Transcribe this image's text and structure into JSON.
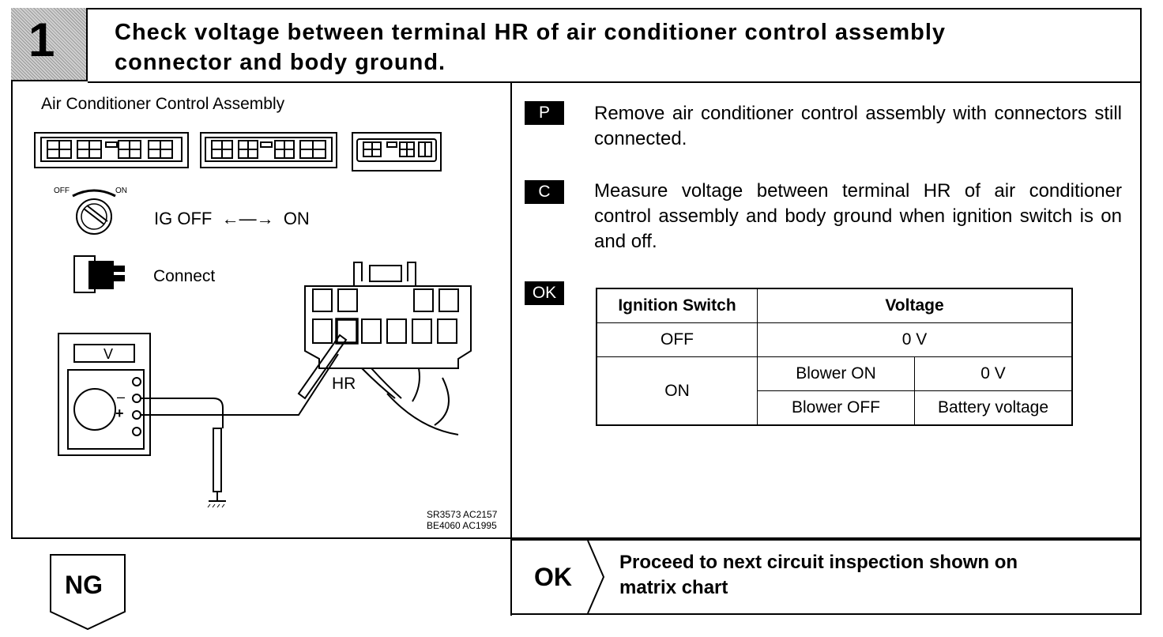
{
  "step": {
    "number": "1",
    "title_line1": "Check voltage between terminal HR of air conditioner control assembly",
    "title_line2": "connector and body ground."
  },
  "figure": {
    "heading": "Air Conditioner Control Assembly",
    "switch_off": "OFF",
    "switch_on": "ON",
    "ig_label": "IG OFF",
    "ig_arrow_on": "ON",
    "connect_label": "Connect",
    "terminal_label": "HR",
    "meter_label": "V",
    "minus": "–",
    "plus": "+",
    "code_line1": "SR3573 AC2157",
    "code_line2": "BE4060 AC1995"
  },
  "instructions": [
    {
      "tag": "P",
      "text": "Remove air conditioner control assembly with connectors still connected."
    },
    {
      "tag": "C",
      "text": "Measure voltage between terminal HR of air conditioner control assembly and body ground when ignition switch is on and off."
    },
    {
      "tag": "OK"
    }
  ],
  "spec_table": {
    "header_switch": "Ignition Switch",
    "header_voltage": "Voltage",
    "row_off_label": "OFF",
    "row_off_value": "0 V",
    "row_on_label": "ON",
    "blower_on_label": "Blower ON",
    "blower_on_value": "0 V",
    "blower_off_label": "Blower OFF",
    "blower_off_value": "Battery voltage"
  },
  "result_ok": {
    "label": "OK",
    "text_line1": "Proceed to next circuit inspection shown on",
    "text_line2": "matrix chart"
  },
  "result_ng": {
    "label": "NG"
  }
}
